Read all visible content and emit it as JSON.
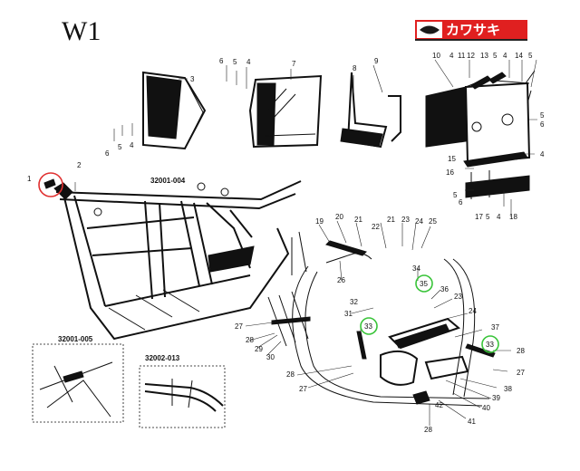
{
  "title": "W1",
  "logo": {
    "text": "カワサキ",
    "color": "#e02020"
  },
  "part_numbers": {
    "frame": "32001-004",
    "inset_left": "32001-005",
    "inset_right": "32002-013"
  },
  "highlight_colors": {
    "red": "#e03030",
    "green": "#39c439"
  },
  "highlighted_callouts": {
    "red": "1",
    "green": [
      "35",
      "33",
      "33"
    ]
  },
  "callouts": {
    "c1": "1",
    "c2": "2",
    "c3": "3",
    "c6a": "6",
    "c5a": "5",
    "c4a": "4",
    "c6b": "6",
    "c5b": "5",
    "c4b": "4",
    "c7": "7",
    "c8": "8",
    "c9": "9",
    "c10": "10",
    "c4c": "4",
    "c11": "11",
    "c12": "12",
    "c13": "13",
    "c5c": "5",
    "c4d": "4",
    "c14": "14",
    "c5d": "5",
    "c5e": "5",
    "c6c": "6",
    "c15": "15",
    "c4e": "4",
    "c16": "16",
    "c5f": "5",
    "c6d": "6",
    "c17": "17",
    "c5g": "5",
    "c4f": "4",
    "c18": "18",
    "c19": "19",
    "c20": "20",
    "c21a": "21",
    "c21b": "21",
    "c22": "22",
    "c23a": "23",
    "c24a": "24",
    "c25": "25",
    "c26": "26",
    "c34": "34",
    "c36": "36",
    "c23b": "23",
    "c24b": "24",
    "c31": "31",
    "c32": "32",
    "c37": "37",
    "c27a": "27",
    "c28a": "28",
    "c29": "29",
    "c30": "30",
    "c28b": "28",
    "c27b": "27",
    "c28c": "28",
    "c27c": "27",
    "c38": "38",
    "c39": "39",
    "c40": "40",
    "c41": "41",
    "c42": "42",
    "c28d": "28"
  }
}
